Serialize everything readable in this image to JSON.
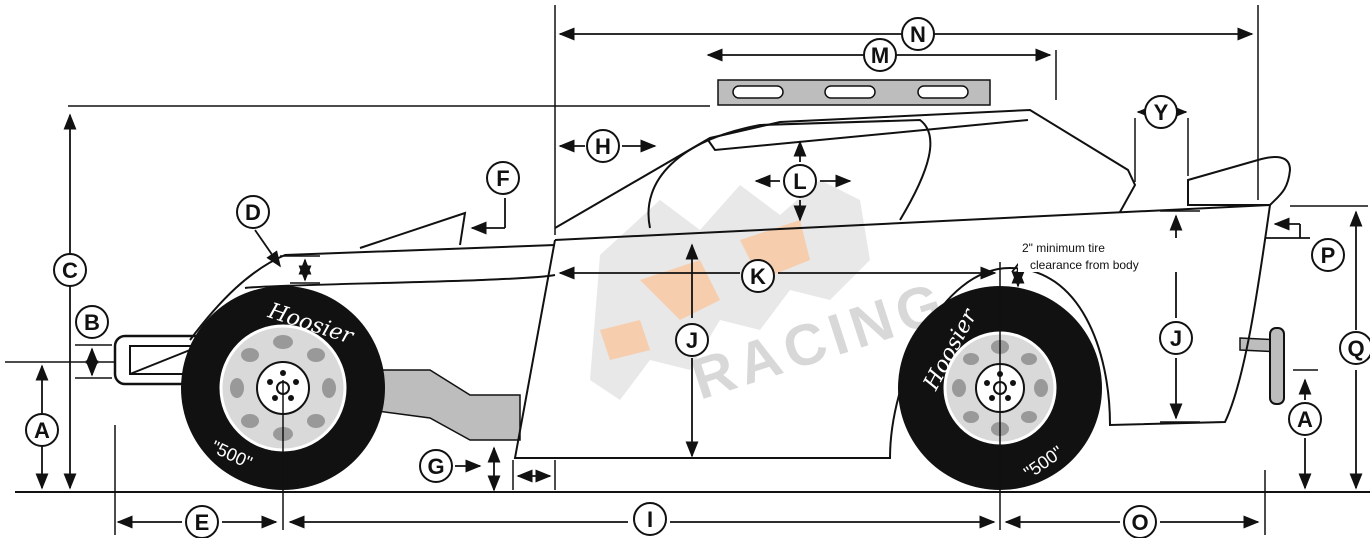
{
  "labels": {
    "A": "A",
    "B": "B",
    "C": "C",
    "D": "D",
    "E": "E",
    "F": "F",
    "G": "G",
    "H": "H",
    "I": "I",
    "J": "J",
    "K": "K",
    "L": "L",
    "M": "M",
    "N": "N",
    "O": "O",
    "P": "P",
    "Q": "Q",
    "Y": "Y"
  },
  "note": {
    "line1": "2\" minimum tire",
    "line2": "clearance from body"
  },
  "tire": {
    "brand": "Hoosier",
    "size": "\"500\""
  },
  "watermark": {
    "text": "RACING",
    "colors": {
      "gray": "#d4d4d4",
      "orange": "#f6c8a5"
    }
  },
  "colors": {
    "ink": "#111111",
    "chassis": "#bdbdbd",
    "tire": "#111111",
    "wheel": "#d9d9d9"
  }
}
